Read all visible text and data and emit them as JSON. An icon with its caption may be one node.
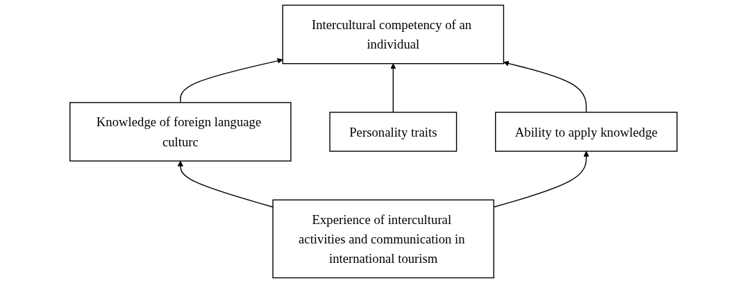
{
  "diagram": {
    "nodes": [
      {
        "text": [
          "Intercultural competency of an individual"
        ]
      },
      {
        "text": [
          "Knowledge of foreign language culturc"
        ]
      },
      {
        "text": [
          "Personality traits"
        ]
      },
      {
        "text": [
          "Ability to apply knowledge"
        ]
      },
      {
        "text": [
          "Experience of intercultural activities and communication in international tourism"
        ]
      }
    ],
    "edges": [
      {
        "from": 1,
        "to": 0,
        "arrow": "to"
      },
      {
        "from": 2,
        "to": 0,
        "arrow": "to"
      },
      {
        "from": 3,
        "to": 0,
        "arrow": "to"
      },
      {
        "from": 4,
        "to": 1,
        "arrow": "to"
      },
      {
        "from": 4,
        "to": 3,
        "arrow": "to"
      }
    ]
  }
}
